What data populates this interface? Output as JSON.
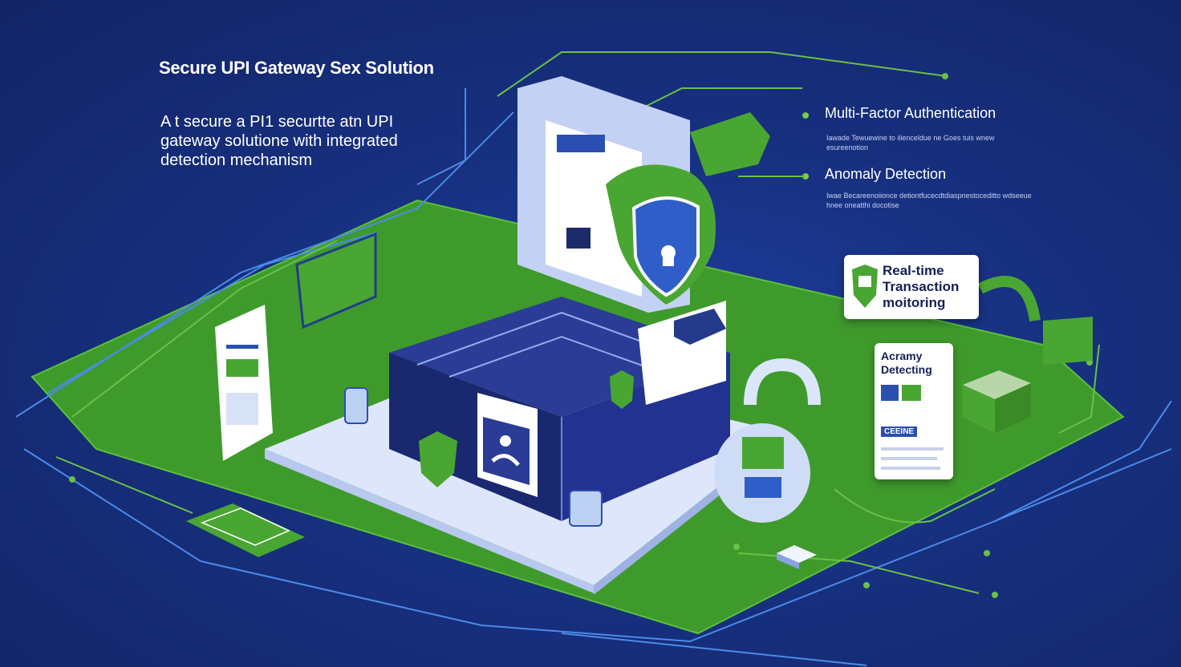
{
  "header": {
    "title": "Secure UPI Gateway Sex Solution",
    "description": "A t secure a PI1 securtte atn UPI gateway solutione with integrated detection mechanism"
  },
  "features": [
    {
      "title": "Multi-Factor Authentication",
      "subtitle": "Iawade Tewuewine to ilienceldue ne Goes tuis wnew esureenotion"
    },
    {
      "title": "Anomaly Detection",
      "subtitle": "Iwae Becareenoiionce detiontfucecdtdiaspnestoceditto wdseeue hnee oneatthi docotise"
    }
  ],
  "cards": {
    "realtime_label": "Real-time\nTransaction\nmoitoring",
    "anomaly_label": "Acramy\nDetecting",
    "anomaly_badge": "CEEINE"
  },
  "colors": {
    "background": "#17307f",
    "accent_green": "#4fa835",
    "platform_blue": "#cfdcf6",
    "server_navy": "#1d2c78",
    "line_blue": "#4b8be8"
  },
  "icons": [
    "shield-lock-icon",
    "lock-icon",
    "person-icon",
    "server-icon",
    "chip-icon",
    "document-icon",
    "bar-chart-icon"
  ]
}
